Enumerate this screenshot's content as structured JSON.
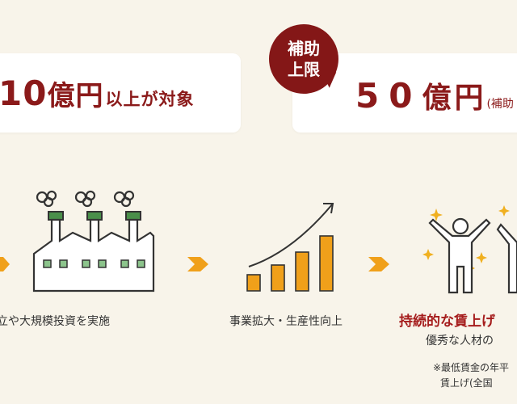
{
  "left_card": {
    "amount_number": "10",
    "amount_unit": "億円",
    "amount_suffix": "以上が対象"
  },
  "badge": {
    "line1": "補助",
    "line2": "上限"
  },
  "right_card": {
    "amount_number": "50",
    "amount_unit": "億円",
    "amount_note": "(補助"
  },
  "steps": {
    "invest_label": "立や大規模投資を実施",
    "growth_label": "事業拡大・生産性向上",
    "wage_label": "持続的な賃上げ",
    "talent_label": "優秀な人材の",
    "note_line1": "※最低賃金の年平",
    "note_line2": "賃上げ(全国"
  },
  "colors": {
    "accent_red": "#8b1a1a",
    "accent_orange": "#f0a01a",
    "factory_green": "#4a8f4a",
    "background": "#f8f4ea"
  },
  "icons": [
    "factory-icon",
    "growth-chart-icon",
    "celebrating-people-icon",
    "arrow-right-icon"
  ]
}
